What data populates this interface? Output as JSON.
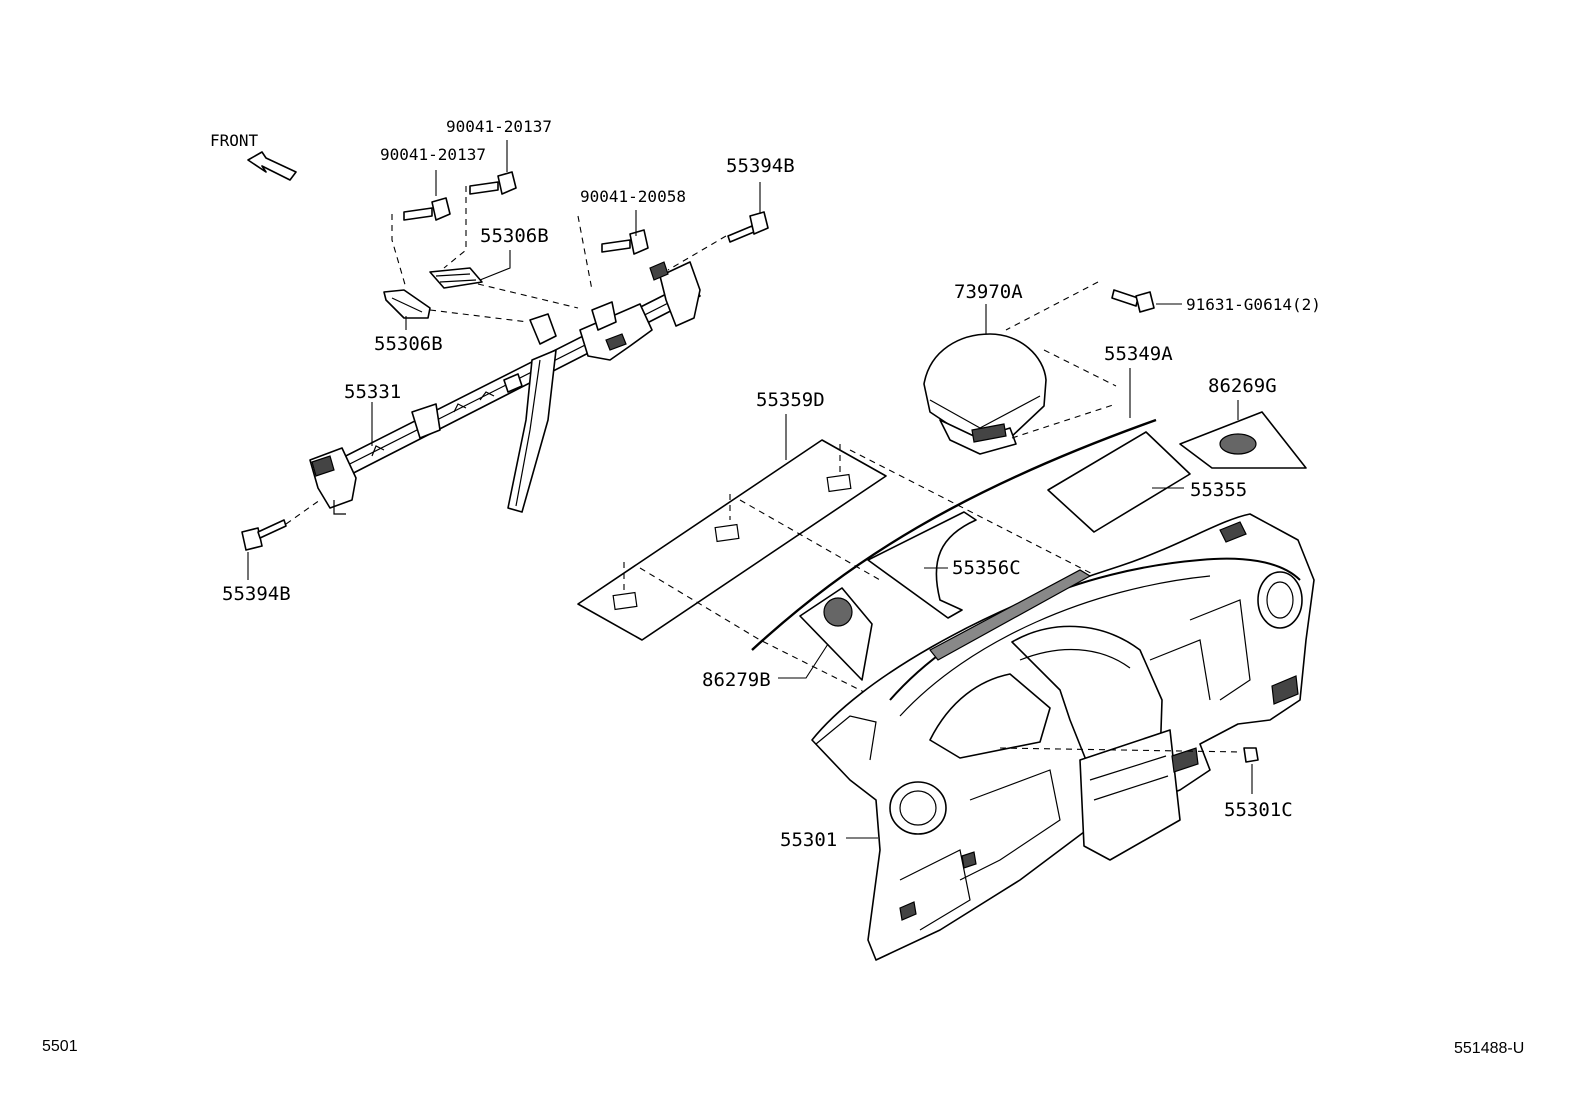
{
  "front_label": "FRONT",
  "parts": {
    "bolt_upper_right": "90041-20137",
    "bolt_upper_left": "90041-20137",
    "bolt_middle": "90041-20058",
    "bolt_right_end": "55394B",
    "bracket_right": "55306B",
    "bracket_left": "55306B",
    "reinforcement": "55331",
    "bolt_left_end": "55394B",
    "airbag": "73970A",
    "airbag_bolt": "91631-G0614(2)",
    "defroster_seal": "55349A",
    "speaker_grille_right": "86269G",
    "pad_right": "55355",
    "silencer_sheet": "55359D",
    "pad_center": "55356C",
    "speaker_grille_left": "86279B",
    "clip": "55301C",
    "panel": "55301"
  },
  "footer": {
    "left_code": "5501",
    "right_code": "551488-U"
  }
}
